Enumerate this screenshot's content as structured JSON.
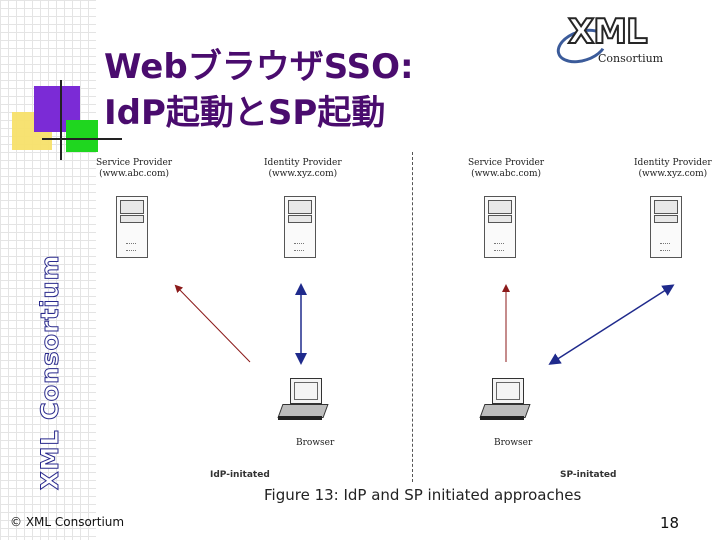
{
  "slide": {
    "title_line1": "WebブラウザSSO:",
    "title_line2": "IdP起動とSP起動",
    "vertical_brand": "XML Consortium",
    "logo_text": "XML",
    "logo_subtext": "Consortium",
    "copyright": "© XML Consortium",
    "page_number": "18",
    "colors": {
      "title": "#4a0c6e",
      "accent_purple": "#7b2bd6",
      "accent_green": "#1fd61f",
      "accent_yellow": "#f7e06a"
    }
  },
  "diagram": {
    "caption": "Figure 13: IdP and SP initiated approaches",
    "left": {
      "mode_label": "IdP-initated",
      "sp_name": "Service Provider",
      "sp_domain": "(www.abc.com)",
      "idp_name": "Identity Provider",
      "idp_domain": "(www.xyz.com)",
      "browser_label": "Browser"
    },
    "right": {
      "mode_label": "SP-initated",
      "sp_name": "Service Provider",
      "sp_domain": "(www.abc.com)",
      "idp_name": "Identity Provider",
      "idp_domain": "(www.xyz.com)",
      "browser_label": "Browser"
    },
    "icons": [
      "server-icon",
      "laptop-icon"
    ]
  }
}
